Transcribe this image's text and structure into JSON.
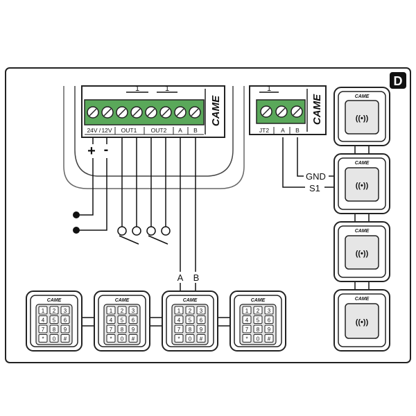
{
  "panel": {
    "badge": "D",
    "board_brand": "CAME",
    "plus_sign": "+",
    "minus_sign": "-",
    "bracket_num": "1",
    "main_terminals": [
      "24V",
      "12V",
      "OUT1",
      "OUT2",
      "A",
      "B"
    ],
    "second_terminals": [
      "JT2",
      "A",
      "B"
    ],
    "gnd_label": "GND",
    "s1_label": "S1",
    "bus_a": "A",
    "bus_b": "B",
    "device_brand": "CAME",
    "keypad_keys": [
      "1",
      "2",
      "3",
      "4",
      "5",
      "6",
      "7",
      "8",
      "9",
      "*",
      "0",
      "#"
    ]
  },
  "colors": {
    "terminal_green": "#5aa85a",
    "ink": "#111111",
    "outline": "#222222",
    "fill_gray": "#e6e6e6"
  }
}
